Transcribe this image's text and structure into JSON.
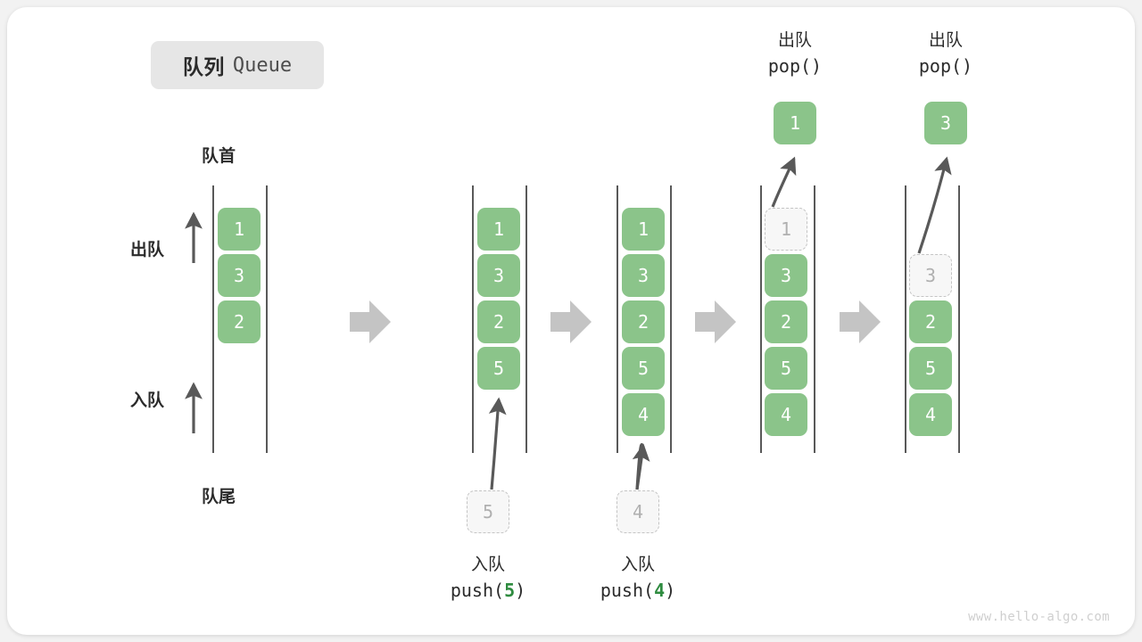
{
  "title": {
    "cn": "队列",
    "en": "Queue"
  },
  "labels": {
    "front": "队首",
    "rear": "队尾",
    "dequeue": "出队",
    "enqueue": "入队"
  },
  "watermark": "www.hello-algo.com",
  "colors": {
    "element_fill": "#8bc48a",
    "element_text": "#ffffff",
    "ghost_fill": "#f7f7f7",
    "ghost_border": "#c4c4c4",
    "ghost_text": "#b0b0b0",
    "rail": "#595959",
    "arrow": "#595959",
    "step_arrow": "#c4c4c4",
    "badge_bg": "#e6e6e6",
    "code_accent": "#2e8b3f",
    "text": "#2b2b2b"
  },
  "steps": [
    {
      "id": "initial",
      "caption_cn": "",
      "caption_code": "",
      "top_caption_cn": "",
      "top_caption_code": "",
      "cells": [
        {
          "value": "1",
          "state": "filled"
        },
        {
          "value": "3",
          "state": "filled"
        },
        {
          "value": "2",
          "state": "filled"
        }
      ],
      "incoming": null,
      "popped": null
    },
    {
      "id": "push-5",
      "caption_cn": "入队",
      "caption_code_prefix": "push(",
      "caption_code_arg": "5",
      "caption_code_suffix": ")",
      "cells": [
        {
          "value": "1",
          "state": "filled"
        },
        {
          "value": "3",
          "state": "filled"
        },
        {
          "value": "2",
          "state": "filled"
        },
        {
          "value": "5",
          "state": "filled"
        }
      ],
      "incoming": "5",
      "popped": null
    },
    {
      "id": "push-4",
      "caption_cn": "入队",
      "caption_code_prefix": "push(",
      "caption_code_arg": "4",
      "caption_code_suffix": ")",
      "cells": [
        {
          "value": "1",
          "state": "filled"
        },
        {
          "value": "3",
          "state": "filled"
        },
        {
          "value": "2",
          "state": "filled"
        },
        {
          "value": "5",
          "state": "filled"
        },
        {
          "value": "4",
          "state": "filled"
        }
      ],
      "incoming": "4",
      "popped": null
    },
    {
      "id": "pop-1",
      "top_caption_cn": "出队",
      "top_caption_code": "pop()",
      "cells": [
        {
          "value": "1",
          "state": "ghost"
        },
        {
          "value": "3",
          "state": "filled"
        },
        {
          "value": "2",
          "state": "filled"
        },
        {
          "value": "5",
          "state": "filled"
        },
        {
          "value": "4",
          "state": "filled"
        }
      ],
      "incoming": null,
      "popped": "1"
    },
    {
      "id": "pop-3",
      "top_caption_cn": "出队",
      "top_caption_code": "pop()",
      "cells": [
        {
          "value": "",
          "state": "empty"
        },
        {
          "value": "3",
          "state": "ghost"
        },
        {
          "value": "2",
          "state": "filled"
        },
        {
          "value": "5",
          "state": "filled"
        },
        {
          "value": "4",
          "state": "filled"
        }
      ],
      "incoming": null,
      "popped": "3"
    }
  ]
}
